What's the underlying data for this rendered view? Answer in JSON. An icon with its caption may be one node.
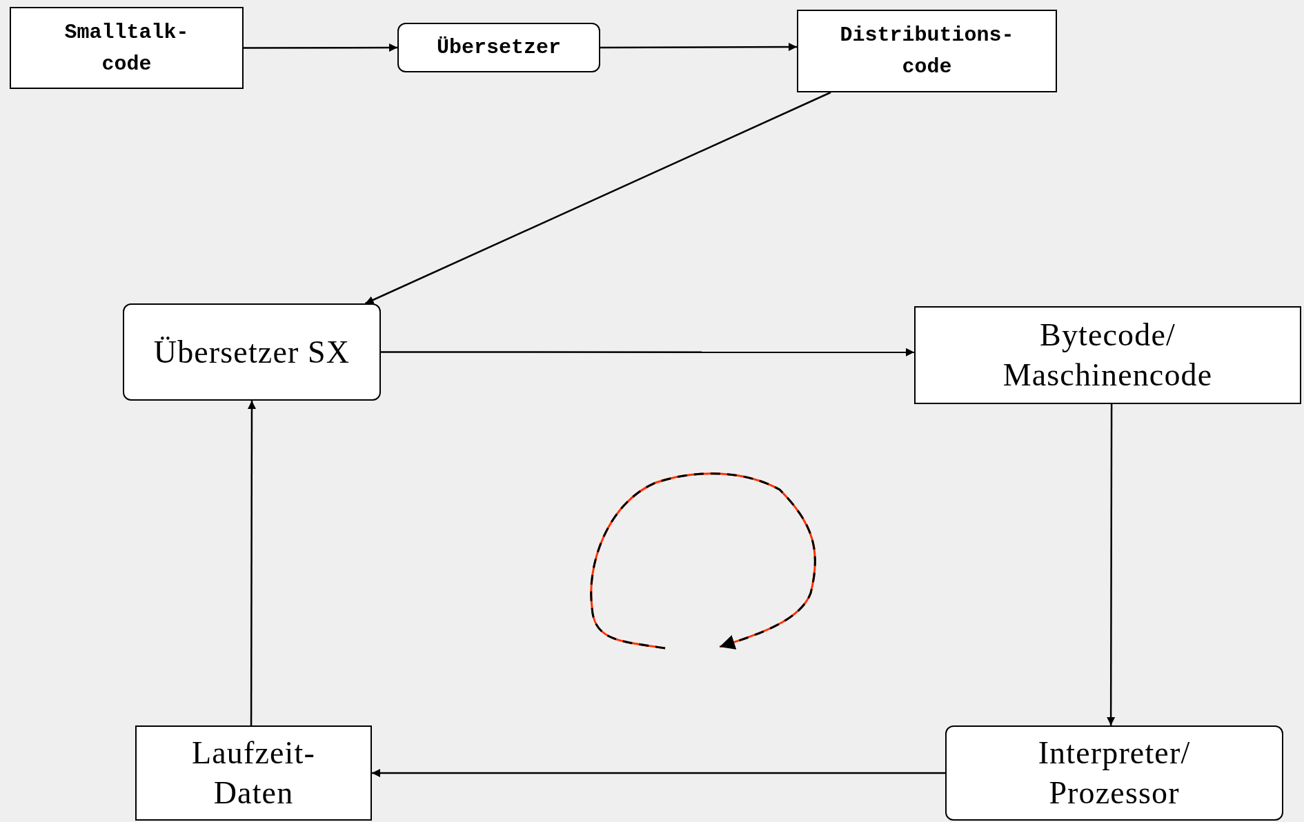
{
  "diagram": {
    "nodes": [
      {
        "text": [
          "Smalltalk-code"
        ]
      },
      {
        "text": [
          "Übersetzer"
        ]
      },
      {
        "text": [
          "Distributions-code"
        ]
      },
      {
        "text": [
          "Übersetzer SX"
        ]
      },
      {
        "text": [
          "Bytecode/ Maschinencode"
        ]
      },
      {
        "text": [
          "Laufzeit-Daten"
        ]
      },
      {
        "text": [
          "Interpreter/ Prozessor"
        ]
      }
    ],
    "edges": [
      {
        "from": 0,
        "to": 1,
        "arrow": "to"
      },
      {
        "from": 1,
        "to": 2,
        "arrow": "to"
      },
      {
        "from": 2,
        "to": 3,
        "arrow": "to"
      },
      {
        "from": 3,
        "to": 4,
        "arrow": "to"
      },
      {
        "from": 4,
        "to": 6,
        "arrow": "to"
      },
      {
        "from": 6,
        "to": 5,
        "arrow": "to"
      },
      {
        "from": 5,
        "to": 3,
        "arrow": "to"
      }
    ]
  }
}
